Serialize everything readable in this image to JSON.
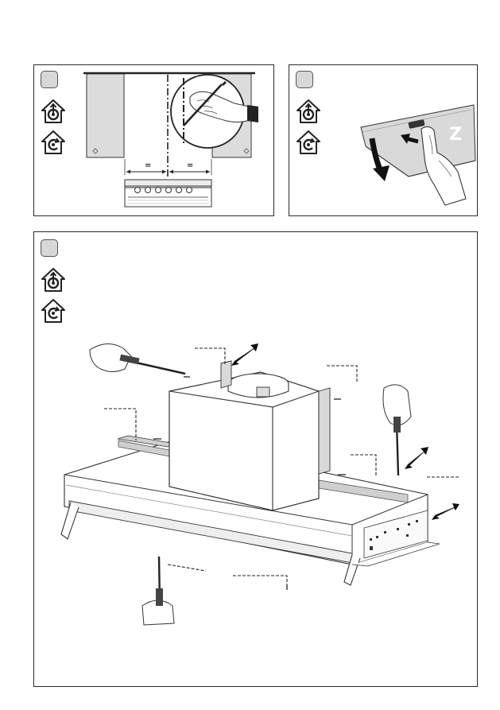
{
  "panels": [
    {
      "id": "panel-1",
      "step": "",
      "icons": [
        "ducted-extraction-icon",
        "recirculation-icon"
      ]
    },
    {
      "id": "panel-2",
      "step": "",
      "icons": [
        "ducted-extraction-icon",
        "recirculation-icon"
      ]
    },
    {
      "id": "panel-3",
      "step": "",
      "icons": [
        "ducted-extraction-icon",
        "recirculation-icon"
      ]
    }
  ],
  "panel1": {
    "equal_left": "=",
    "equal_right": "="
  },
  "panel2": {
    "z_label": "Z"
  },
  "colors": {
    "outline": "#2a2a2a",
    "gray_fill": "#d9d9d9",
    "arrow": "#111111"
  }
}
